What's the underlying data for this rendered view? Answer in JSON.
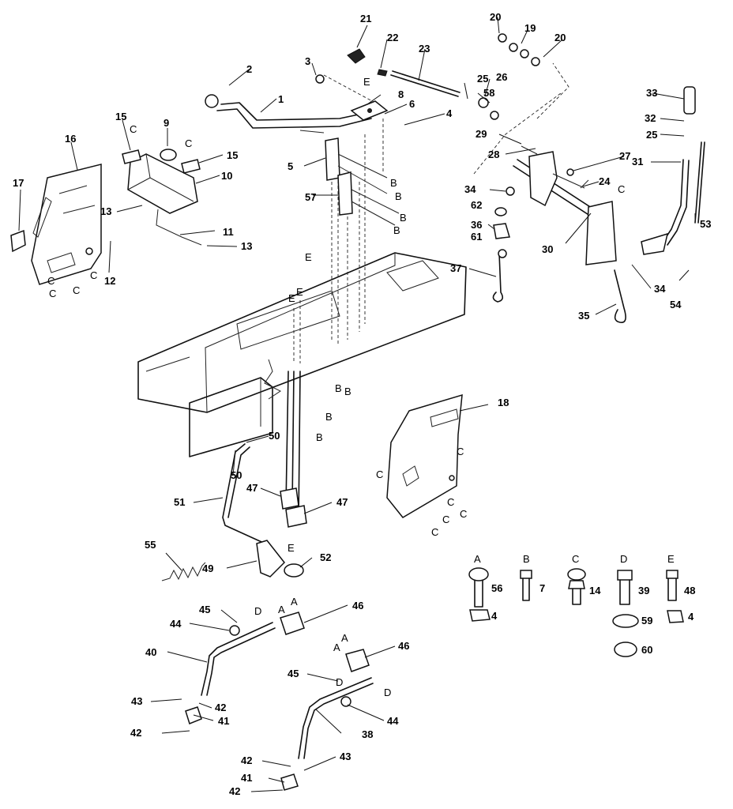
{
  "callouts": {
    "c1": "1",
    "c2": "2",
    "c3": "3",
    "c4a": "4",
    "c4b": "4",
    "c4c": "4",
    "c5": "5",
    "c6": "6",
    "c7": "7",
    "c8": "8",
    "c9": "9",
    "c10": "10",
    "c11": "11",
    "c12": "12",
    "c13a": "13",
    "c13b": "13",
    "c14": "14",
    "c15a": "15",
    "c15b": "15",
    "c16": "16",
    "c17": "17",
    "c18": "18",
    "c19": "19",
    "c20a": "20",
    "c20b": "20",
    "c21": "21",
    "c22": "22",
    "c23": "23",
    "c24": "24",
    "c25a": "25",
    "c25b": "25",
    "c26": "26",
    "c27": "27",
    "c28": "28",
    "c29": "29",
    "c30": "30",
    "c31": "31",
    "c32": "32",
    "c33": "33",
    "c34a": "34",
    "c34b": "34",
    "c35": "35",
    "c36": "36",
    "c37": "37",
    "c38": "38",
    "c39": "39",
    "c40": "40",
    "c41a": "41",
    "c41b": "41",
    "c42a": "42",
    "c42b": "42",
    "c42c": "42",
    "c42d": "42",
    "c43a": "43",
    "c43b": "43",
    "c44a": "44",
    "c44b": "44",
    "c45a": "45",
    "c45b": "45",
    "c46a": "46",
    "c46b": "46",
    "c47a": "47",
    "c47b": "47",
    "c48": "48",
    "c49": "49",
    "c50a": "50",
    "c50b": "50",
    "c51": "51",
    "c52": "52",
    "c53": "53",
    "c54": "54",
    "c55": "55",
    "c56": "56",
    "c57": "57",
    "c58": "58",
    "c59": "59",
    "c60": "60",
    "c61": "61",
    "c62": "62"
  },
  "hardware_key": {
    "a": "A",
    "b": "B",
    "c": "C",
    "d": "D",
    "e": "E"
  },
  "ref_letters": {
    "A": "A",
    "B": "B",
    "C": "C",
    "D": "D",
    "E": "E"
  }
}
